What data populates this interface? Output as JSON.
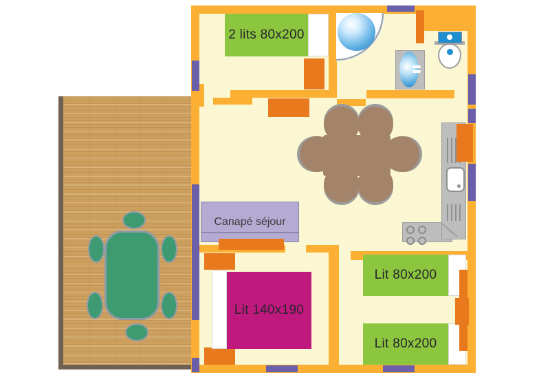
{
  "plan": {
    "type": "floor-plan",
    "labels": {
      "bedroom_double": "2 lits 80x200",
      "living_sofa": "Canapé séjour",
      "bedroom_master": "Lit 140x190",
      "bedroom_twin_top": "Lit 80x200",
      "bedroom_twin_bottom": "Lit 80x200"
    },
    "fixtures": [
      "shower",
      "washbasin",
      "toilet",
      "kitchen-sink",
      "stove",
      "fridge",
      "dining-table",
      "dining-chairs",
      "sofa",
      "deck-table",
      "deck-chairs",
      "wardrobes"
    ],
    "colors": {
      "wall": "#FBB034",
      "furniture_orange": "#E8791D",
      "floor": "#FAF7D2",
      "window": "#6A5FA8",
      "bed_green": "#8CC63E",
      "bed_magenta": "#C0197E",
      "sofa_lavender": "#B4AAD2",
      "wood_deck": "#CDA05F",
      "deck_border": "#6E6152",
      "outdoor_green": "#3E9B71",
      "table_brown": "#A3846A",
      "counter_gray": "#BDBDBD",
      "water_blue": "#1D8FD1"
    }
  }
}
